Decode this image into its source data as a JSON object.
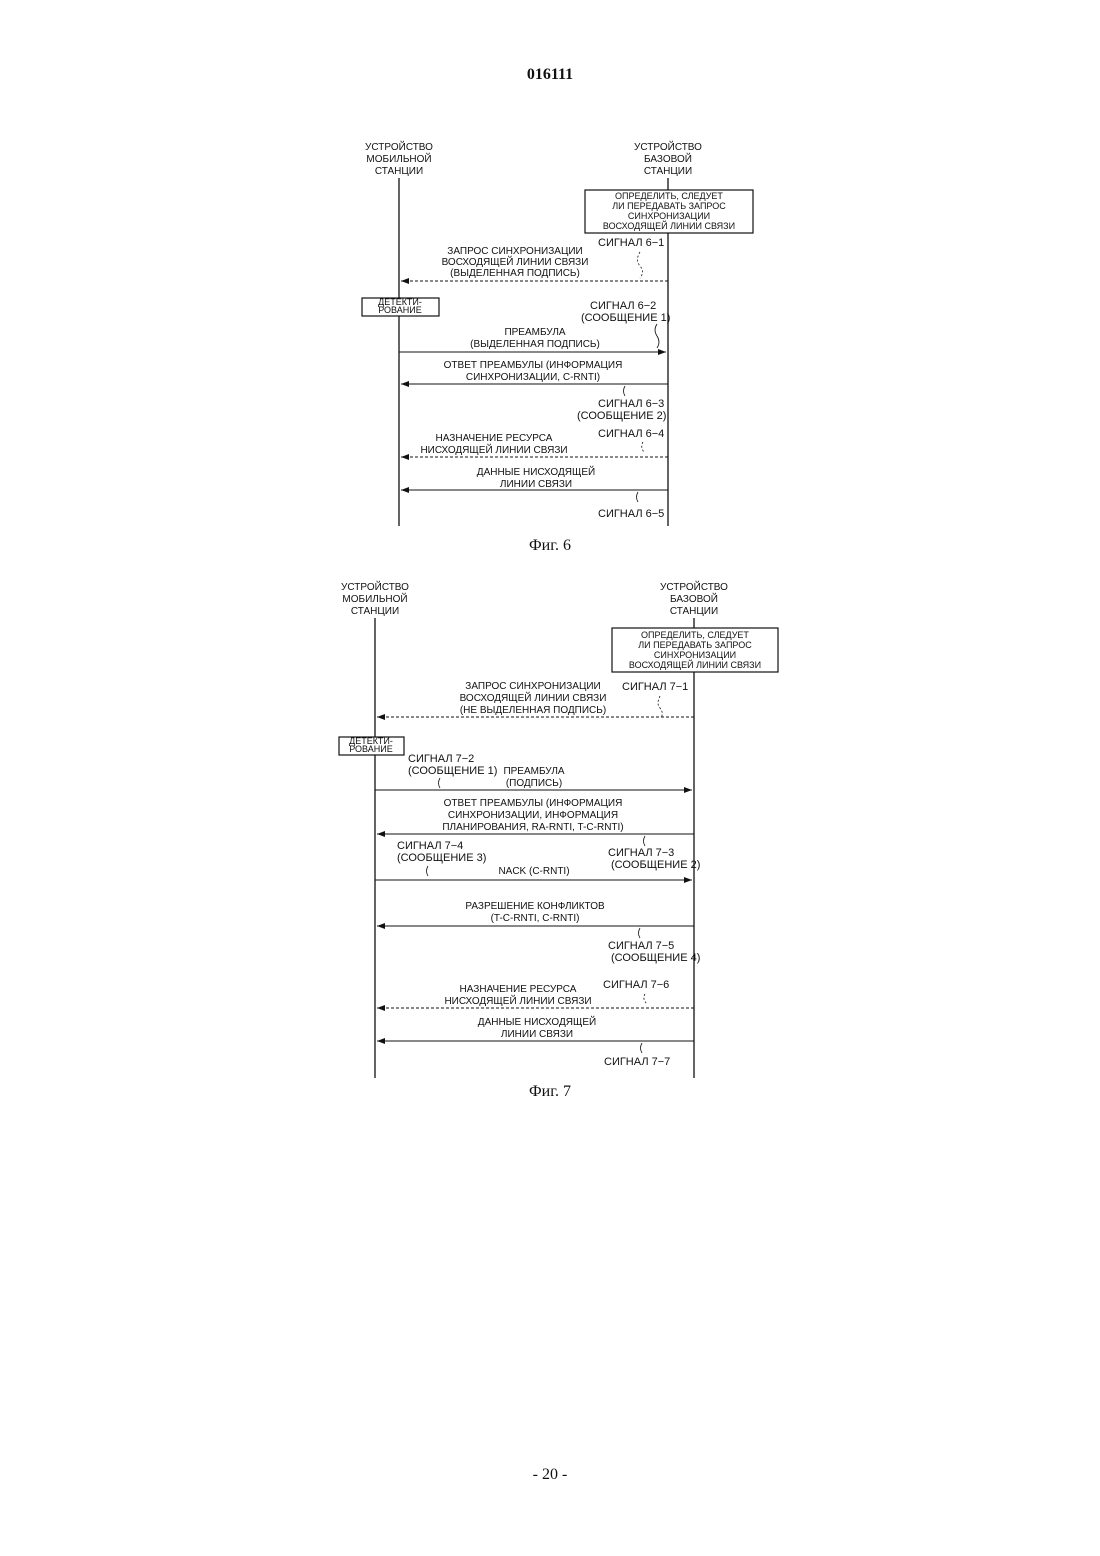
{
  "page_number": "016111",
  "footer": "- 20 -",
  "fig6": {
    "caption": "Фиг. 6",
    "mobile_label": [
      "УСТРОЙСТВО",
      "МОБИЛЬНОЙ",
      "СТАНЦИИ"
    ],
    "base_label": [
      "УСТРОЙСТВО",
      "БАЗОВОЙ",
      "СТАНЦИИ"
    ],
    "decide_box": [
      "ОПРЕДЕЛИТЬ, СЛЕДУЕТ",
      "ЛИ ПЕРЕДАВАТЬ ЗАПРОС",
      "СИНХРОНИЗАЦИИ",
      "ВОСХОДЯЩЕЙ ЛИНИИ СВЯЗИ"
    ],
    "detect_box": [
      "ДЕТЕКТИ-",
      "РОВАНИЕ"
    ],
    "sig1": "СИГНАЛ 6−1",
    "msg1": [
      "ЗАПРОС СИНХРОНИЗАЦИИ",
      "ВОСХОДЯЩЕЙ ЛИНИИ СВЯЗИ",
      "(ВЫДЕЛЕННАЯ ПОДПИСЬ)"
    ],
    "sig2": [
      "СИГНАЛ 6−2",
      "(СООБЩЕНИЕ 1)"
    ],
    "msg2": [
      "ПРЕАМБУЛА",
      "(ВЫДЕЛЕННАЯ ПОДПИСЬ)"
    ],
    "msg3": [
      "ОТВЕТ ПРЕАМБУЛЫ (ИНФОРМАЦИЯ",
      "СИНХРОНИЗАЦИИ, C-RNTI)"
    ],
    "sig3": [
      "СИГНАЛ 6−3",
      "(СООБЩЕНИЕ 2)"
    ],
    "msg4": [
      "НАЗНАЧЕНИЕ РЕСУРСА",
      "НИСХОДЯЩЕЙ ЛИНИИ СВЯЗИ"
    ],
    "sig4": "СИГНАЛ 6−4",
    "msg5": [
      "ДАННЫЕ НИСХОДЯЩЕЙ",
      "ЛИНИИ СВЯЗИ"
    ],
    "sig5": "СИГНАЛ 6−5"
  },
  "fig7": {
    "caption": "Фиг. 7",
    "mobile_label": [
      "УСТРОЙСТВО",
      "МОБИЛЬНОЙ",
      "СТАНЦИИ"
    ],
    "base_label": [
      "УСТРОЙСТВО",
      "БАЗОВОЙ",
      "СТАНЦИИ"
    ],
    "decide_box": [
      "ОПРЕДЕЛИТЬ, СЛЕДУЕТ",
      "ЛИ ПЕРЕДАВАТЬ ЗАПРОС",
      "СИНХРОНИЗАЦИИ",
      "ВОСХОДЯЩЕЙ ЛИНИИ СВЯЗИ"
    ],
    "detect_box": [
      "ДЕТЕКТИ-",
      "РОВАНИЕ"
    ],
    "msg1": [
      "ЗАПРОС СИНХРОНИЗАЦИИ",
      "ВОСХОДЯЩЕЙ ЛИНИИ СВЯЗИ",
      "(НЕ ВЫДЕЛЕННАЯ ПОДПИСЬ)"
    ],
    "sig1": "СИГНАЛ 7−1",
    "sig2": [
      "СИГНАЛ 7−2",
      "(СООБЩЕНИЕ 1)"
    ],
    "msg2": [
      "ПРЕАМБУЛА",
      "(ПОДПИСЬ)"
    ],
    "msg3": [
      "ОТВЕТ ПРЕАМБУЛЫ (ИНФОРМАЦИЯ",
      "СИНХРОНИЗАЦИИ, ИНФОРМАЦИЯ",
      "ПЛАНИРОВАНИЯ, RA-RNTI, T-C-RNTI)"
    ],
    "sig4": [
      "СИГНАЛ 7−4",
      "(СООБЩЕНИЕ 3)"
    ],
    "sig3": [
      "СИГНАЛ 7−3",
      "(СООБЩЕНИЕ 2)"
    ],
    "msg4": "NACK (C-RNTI)",
    "msg5": [
      "РАЗРЕШЕНИЕ КОНФЛИКТОВ",
      "(T-C-RNTI, C-RNTI)"
    ],
    "sig5": [
      "СИГНАЛ 7−5",
      "(СООБЩЕНИЕ 4)"
    ],
    "msg6": [
      "НАЗНАЧЕНИЕ РЕСУРСА",
      "НИСХОДЯЩЕЙ ЛИНИИ СВЯЗИ"
    ],
    "sig6": "СИГНАЛ 7−6",
    "msg7": [
      "ДАННЫЕ НИСХОДЯЩЕЙ",
      "ЛИНИИ СВЯЗИ"
    ],
    "sig7": "СИГНАЛ 7−7"
  }
}
